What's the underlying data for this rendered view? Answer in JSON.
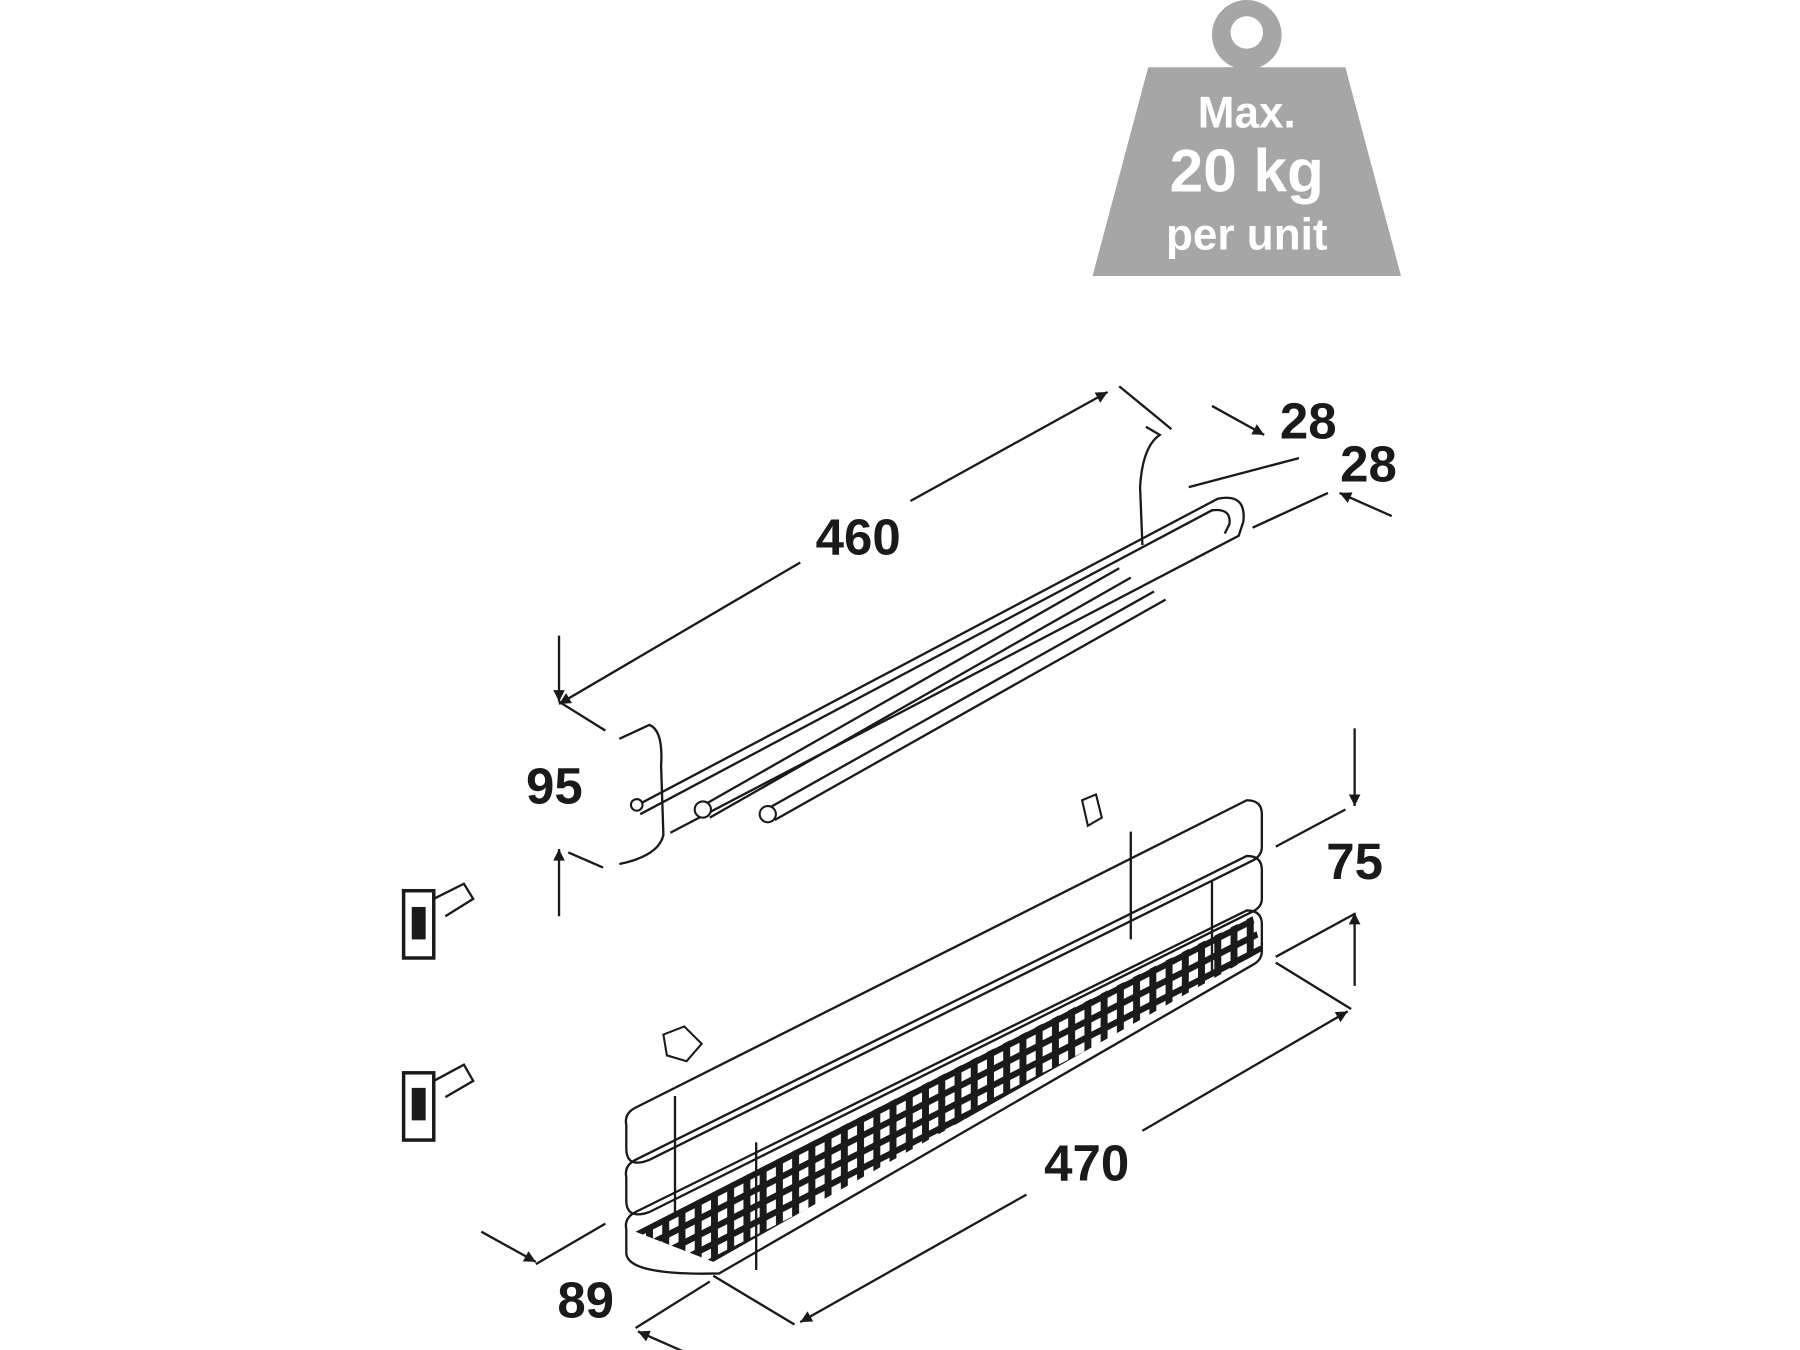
{
  "weight_badge": {
    "line1": "Max.",
    "line2": "20 kg",
    "line3": "per unit",
    "color": "#a6a6a6"
  },
  "dimensions": {
    "rail_length": "460",
    "rail_depth_1": "28",
    "rail_depth_2": "28",
    "rail_height": "95",
    "basket_height": "75",
    "basket_length": "470",
    "basket_depth": "89"
  }
}
